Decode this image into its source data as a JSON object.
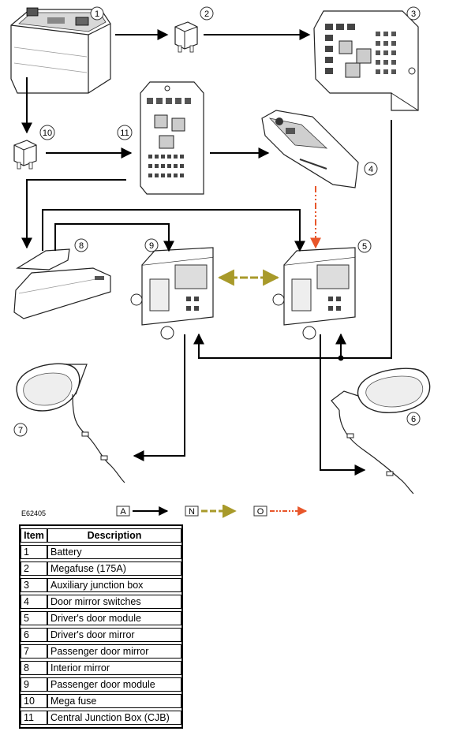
{
  "figure_id": "E62405",
  "callouts": [
    "1",
    "2",
    "3",
    "4",
    "5",
    "6",
    "7",
    "8",
    "9",
    "10",
    "11"
  ],
  "line_key": [
    {
      "code": "A",
      "color": "#000000"
    },
    {
      "code": "N",
      "color": "#a89a2a"
    },
    {
      "code": "O",
      "color": "#e8562a"
    }
  ],
  "table": {
    "headers": [
      "Item",
      "Description"
    ],
    "rows": [
      {
        "item": "1",
        "description": "Battery"
      },
      {
        "item": "2",
        "description": "Megafuse (175A)"
      },
      {
        "item": "3",
        "description": "Auxiliary junction box"
      },
      {
        "item": "4",
        "description": "Door mirror switches"
      },
      {
        "item": "5",
        "description": "Driver's door module"
      },
      {
        "item": "6",
        "description": "Driver's door mirror"
      },
      {
        "item": "7",
        "description": "Passenger door mirror"
      },
      {
        "item": "8",
        "description": "Interior mirror"
      },
      {
        "item": "9",
        "description": "Passenger door module"
      },
      {
        "item": "10",
        "description": "Mega fuse"
      },
      {
        "item": "11",
        "description": "Central Junction Box (CJB)"
      }
    ]
  },
  "icons": [
    "battery-icon",
    "megafuse-icon",
    "junction-box-icon",
    "mirror-switch-icon",
    "door-module-icon",
    "exterior-mirror-icon",
    "interior-mirror-icon"
  ]
}
